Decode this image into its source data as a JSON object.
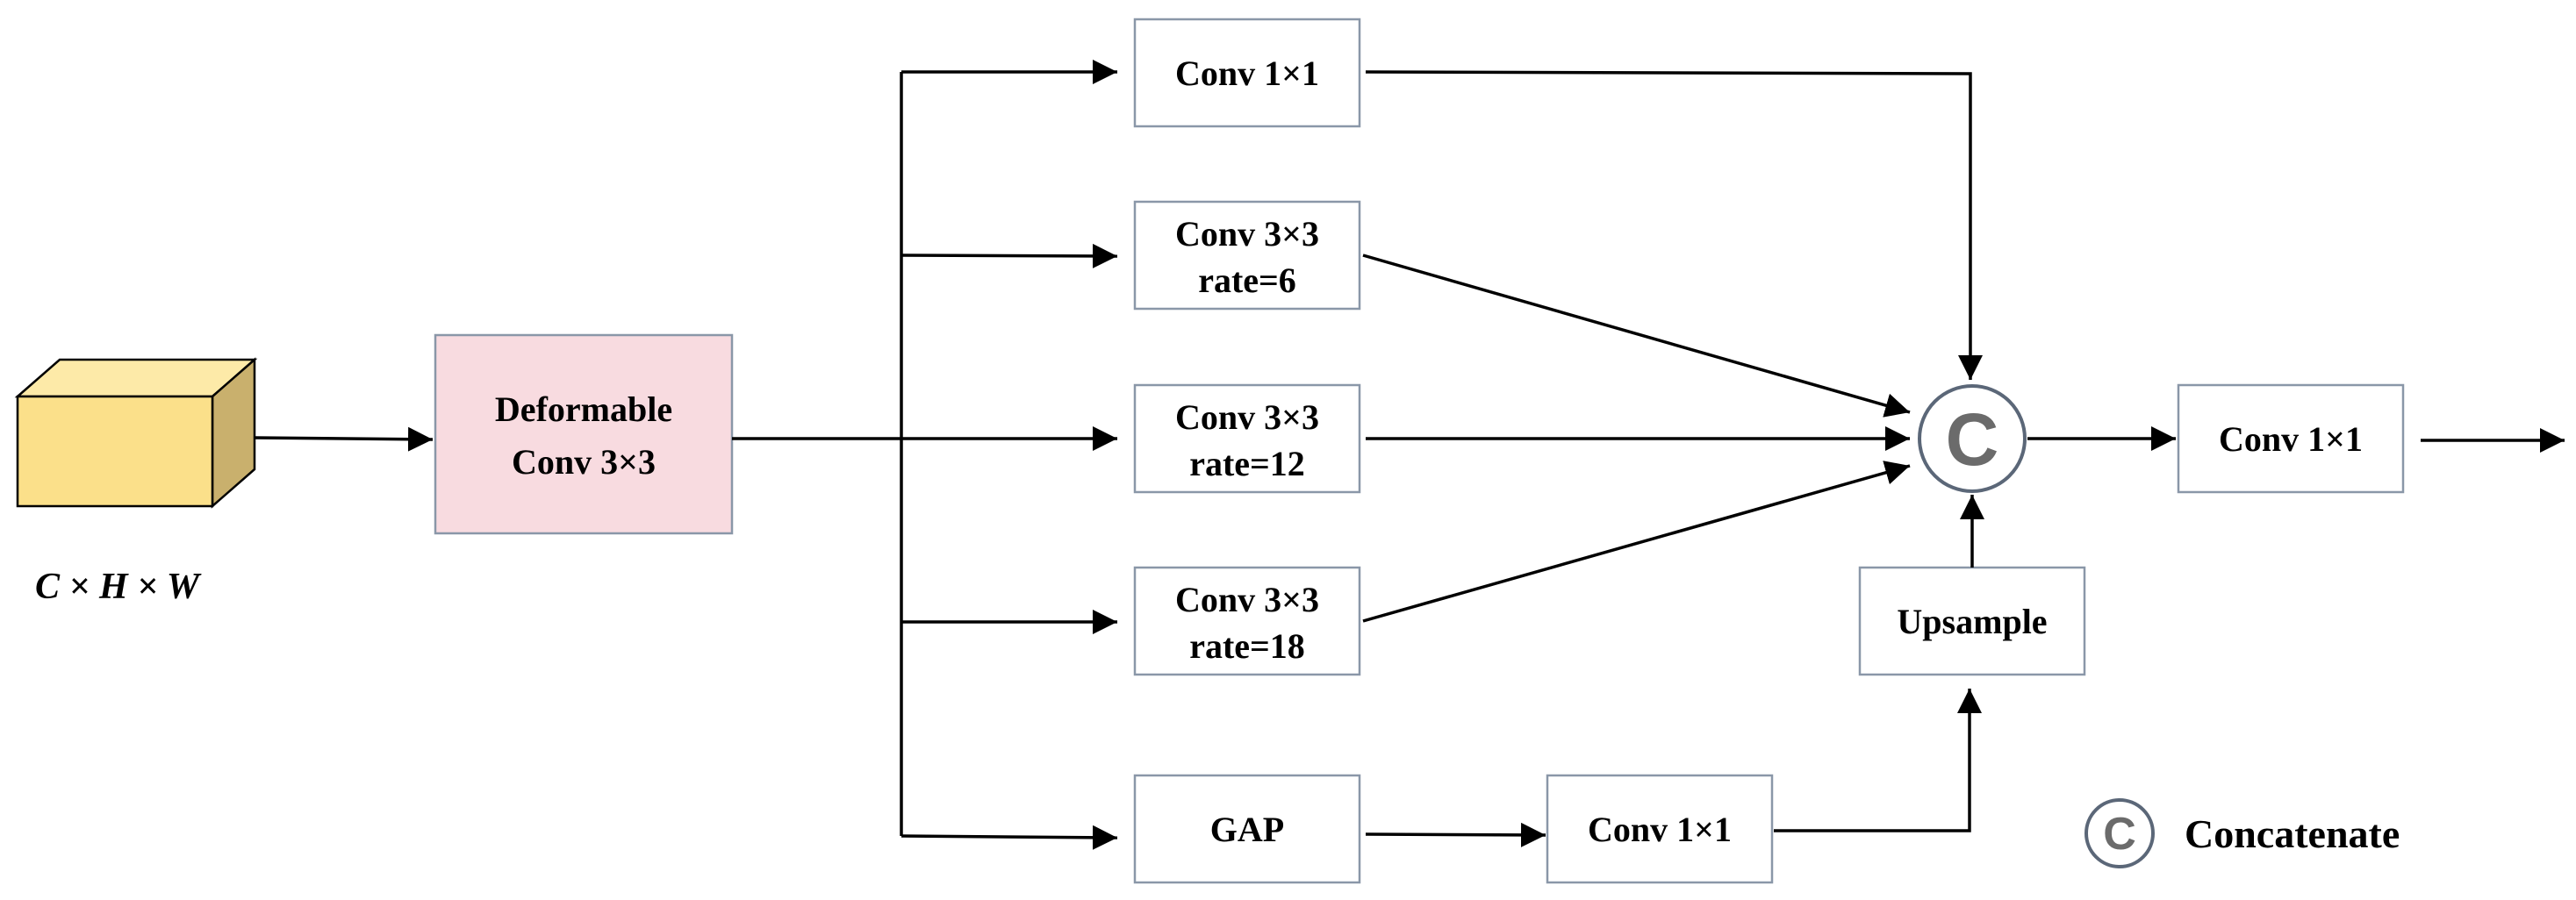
{
  "input": {
    "dims": "C × H × W"
  },
  "deformable": {
    "line1": "Deformable",
    "line2": "Conv 3×3"
  },
  "branches": {
    "conv1": "Conv 1×1",
    "conv3_r6": {
      "line1": "Conv 3×3",
      "line2": "rate=6"
    },
    "conv3_r12": {
      "line1": "Conv 3×3",
      "line2": "rate=12"
    },
    "conv3_r18": {
      "line1": "Conv 3×3",
      "line2": "rate=18"
    },
    "gap": "GAP",
    "gap_conv": "Conv 1×1"
  },
  "upsample": "Upsample",
  "concat": {
    "symbol": "C"
  },
  "output_conv": "Conv 1×1",
  "legend": {
    "symbol": "C",
    "label": "Concatenate"
  },
  "colors": {
    "deformable_fill": "#f8dbe0",
    "cube_front": "#fbe08a",
    "cube_top": "#fdeaa8",
    "cube_side": "#c9b06d",
    "box_border": "#8a97a8",
    "concat_border": "#5b6778",
    "concat_symbol": "#6b6b6b"
  }
}
